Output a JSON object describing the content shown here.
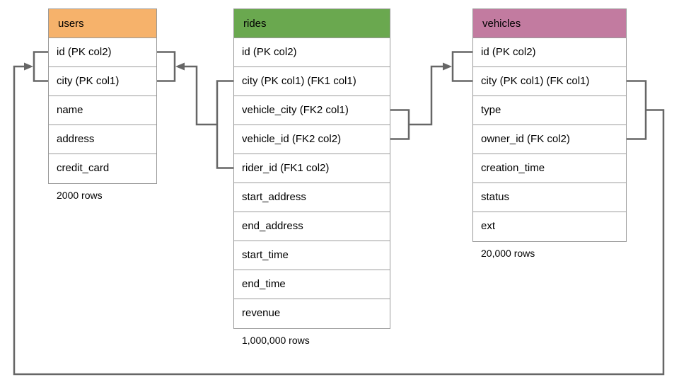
{
  "diagram": {
    "tables": [
      {
        "id": "users",
        "name": "users",
        "header_color": "#F6B26B",
        "columns": [
          "id (PK col2)",
          "city (PK col1)",
          "name",
          "address",
          "credit_card"
        ],
        "row_count_label": "2000 rows"
      },
      {
        "id": "rides",
        "name": "rides",
        "header_color": "#6AA84F",
        "columns": [
          "id (PK col2)",
          "city (PK col1) (FK1 col1)",
          "vehicle_city (FK2 col1)",
          "vehicle_id (FK2 col2)",
          "rider_id (FK1 col2)",
          "start_address",
          "end_address",
          "start_time",
          "end_time",
          "revenue"
        ],
        "row_count_label": "1,000,000 rows"
      },
      {
        "id": "vehicles",
        "name": "vehicles",
        "header_color": "#C27BA0",
        "columns": [
          "id (PK col2)",
          "city (PK col1) (FK col1)",
          "type",
          "owner_id (FK col2)",
          "creation_time",
          "status",
          "ext"
        ],
        "row_count_label": "20,000 rows"
      }
    ],
    "relationships": [
      {
        "name": "FK1",
        "from_table": "rides",
        "from_columns": [
          "city",
          "rider_id"
        ],
        "to_table": "users",
        "to_columns": [
          "id",
          "city"
        ]
      },
      {
        "name": "FK2",
        "from_table": "rides",
        "from_columns": [
          "vehicle_city",
          "vehicle_id"
        ],
        "to_table": "vehicles",
        "to_columns": [
          "id",
          "city"
        ]
      },
      {
        "name": "FK",
        "from_table": "vehicles",
        "from_columns": [
          "city",
          "owner_id"
        ],
        "to_table": "users",
        "to_columns": [
          "id",
          "city"
        ]
      }
    ],
    "colors": {
      "users_header": "#F6B26B",
      "rides_header": "#6AA84F",
      "vehicles_header": "#C27BA0",
      "table_border": "#9A9A9A",
      "connector": "#666666",
      "text": "#000000",
      "background": "#FFFFFF"
    }
  }
}
